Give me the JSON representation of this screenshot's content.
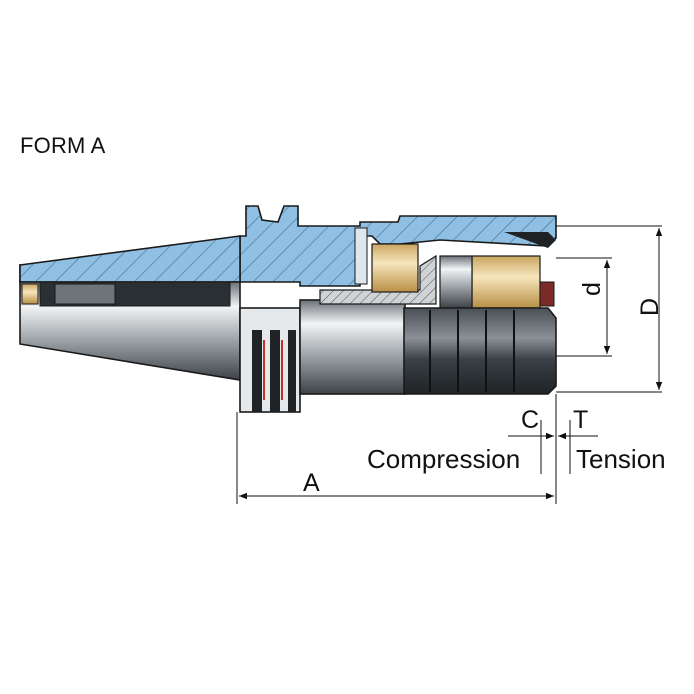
{
  "title": "FORM A",
  "dimensions": {
    "A": "A",
    "C": "C",
    "T": "T",
    "d": "d",
    "D": "D"
  },
  "labels": {
    "compression": "Compression",
    "tension": "Tension"
  },
  "colors": {
    "section_blue": "#8fbfe3",
    "hatch": "#3f6f93",
    "steel_light": "#d9dee2",
    "steel_dark": "#3a3f44",
    "nut_dark": "#2c3135",
    "brass": "#f0d7a0",
    "outline": "#1a1a1a",
    "red_accent": "#c0302a"
  }
}
